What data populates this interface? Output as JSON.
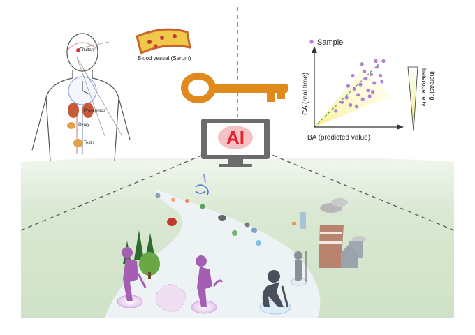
{
  "labels": {
    "pituitary": "Pituitary",
    "blood_vessel": "Blood vessel (Serum)",
    "pronephros": "Pronephros",
    "ovary": "Ovary",
    "testis": "Testis"
  },
  "ai_label": "AI",
  "scatter": {
    "legend": "Sample",
    "xlabel": "BA (predicted value)",
    "ylabel": "CA (real time)",
    "heterogeneity_label_line1": "Increasing",
    "heterogeneity_label_line2": "heterogeneity"
  },
  "chart_data": {
    "type": "scatter",
    "series": [
      {
        "name": "Sample",
        "x": [
          0.28,
          0.36,
          0.42,
          0.47,
          0.52,
          0.57,
          0.6,
          0.63,
          0.67,
          0.7,
          0.74,
          0.78,
          0.82,
          0.86,
          0.9,
          0.44,
          0.55,
          0.65,
          0.72,
          0.8,
          0.88,
          0.5,
          0.62,
          0.76
        ],
        "y": [
          0.22,
          0.34,
          0.4,
          0.3,
          0.52,
          0.44,
          0.58,
          0.38,
          0.66,
          0.5,
          0.72,
          0.6,
          0.82,
          0.7,
          0.9,
          0.56,
          0.28,
          0.76,
          0.42,
          0.9,
          0.62,
          0.7,
          0.86,
          0.48
        ]
      }
    ],
    "xlabel": "BA (predicted value)",
    "ylabel": "CA (real time)",
    "legend_placement": "top-left"
  },
  "colors": {
    "key": "#e08a1e",
    "ai_text": "#e8202e",
    "monitor": "#6b6b6b",
    "scatter_point": "#b07fd6",
    "landscape": "#d7e7d0",
    "path": "#eef3f7",
    "tree": "#2f6b2a",
    "elder_purple": "#a45fb3",
    "elder_dark": "#4a4f5a",
    "factory": "#b8836f"
  },
  "icons": [
    "body-silhouette-icon",
    "blood-vessel-icon",
    "key-icon",
    "monitor-icon",
    "tree-icon",
    "elderly-person-icon",
    "factory-icon",
    "house-icon",
    "dna-icon",
    "apple-icon",
    "child-icon",
    "walking-person-icon",
    "cigarette-icon",
    "bottle-icon"
  ]
}
